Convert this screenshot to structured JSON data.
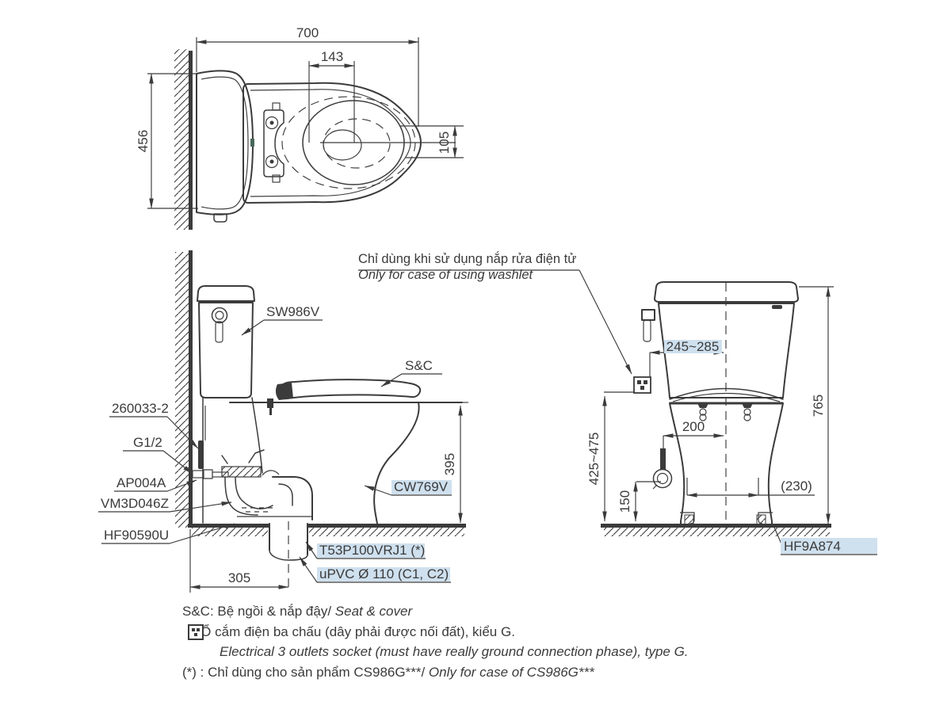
{
  "colors": {
    "ink": "#3b3b3b",
    "highlight": "#cfe0ee",
    "paper": "#ffffff"
  },
  "top_view": {
    "dim_width": "700",
    "dim_hinge": "143",
    "dim_depth": "456",
    "dim_offset": "105"
  },
  "side_view": {
    "dim_height": "395",
    "dim_outlet": "305",
    "label_tank": "SW986V",
    "label_seat": "S&C",
    "label_hose": "260033-2",
    "label_thread": "G1/2",
    "label_stop_valve": "AP004A",
    "label_connector": "VM3D046Z",
    "label_seal": "HF90590U",
    "label_bowl": "CW769V",
    "label_flange": "T53P100VRJ1 (*)",
    "label_pipe": "uPVC Ø 110 (C1, C2)"
  },
  "front_view": {
    "dim_socket_offset": "245~285",
    "dim_total_height": "765",
    "dim_valve_offset": "200",
    "dim_socket_height": "425~475",
    "dim_valve_height": "150",
    "dim_bolt_pitch": "(230)",
    "label_bolt_cap": "HF9A874"
  },
  "washlet_note": {
    "vi": "Chỉ dùng khi sử dụng nắp rửa điện tử",
    "en": "Only for case of using washlet"
  },
  "legend": {
    "seat_cover_vi": "S&C: Bệ ngồi & nắp đậy/",
    "seat_cover_en": "Seat & cover",
    "socket_vi": ": Ổ cắm điện ba chấu (dây phải được nối đất), kiểu G.",
    "socket_en": "Electrical 3 outlets socket (must have really ground connection phase), type G.",
    "note_vi": "(*) : Chỉ dùng cho sản phẩm CS986G***/",
    "note_en": "Only for case of CS986G***"
  }
}
